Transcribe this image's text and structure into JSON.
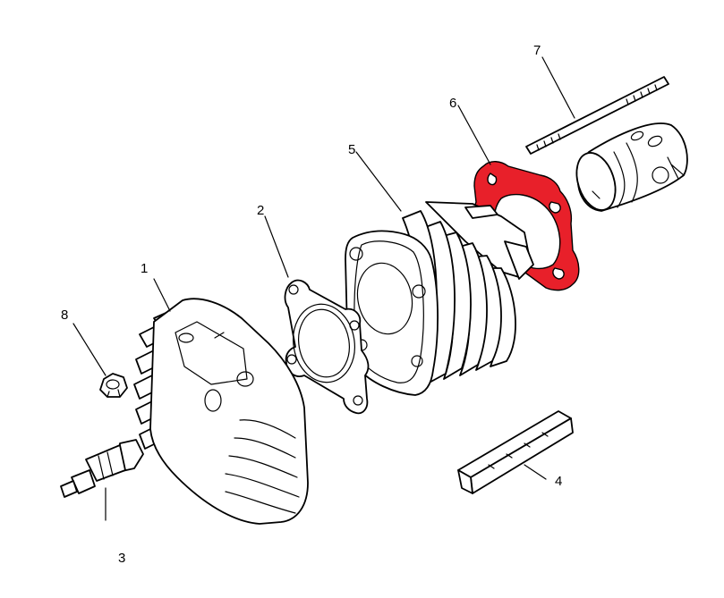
{
  "colors": {
    "highlight": "#e8202a",
    "line": "#000000",
    "background": "#ffffff"
  },
  "callouts": [
    {
      "id": "1",
      "label": "1",
      "part": "cylinder-head"
    },
    {
      "id": "2",
      "label": "2",
      "part": "cylinder-head-gasket"
    },
    {
      "id": "3",
      "label": "3",
      "part": "spark-plug"
    },
    {
      "id": "4",
      "label": "4",
      "part": "reed-block"
    },
    {
      "id": "5",
      "label": "5",
      "part": "cylinder"
    },
    {
      "id": "6",
      "label": "6",
      "part": "cylinder-base-gasket",
      "highlighted": true
    },
    {
      "id": "7",
      "label": "7",
      "part": "stud-bolt"
    },
    {
      "id": "8",
      "label": "8",
      "part": "nut"
    }
  ]
}
